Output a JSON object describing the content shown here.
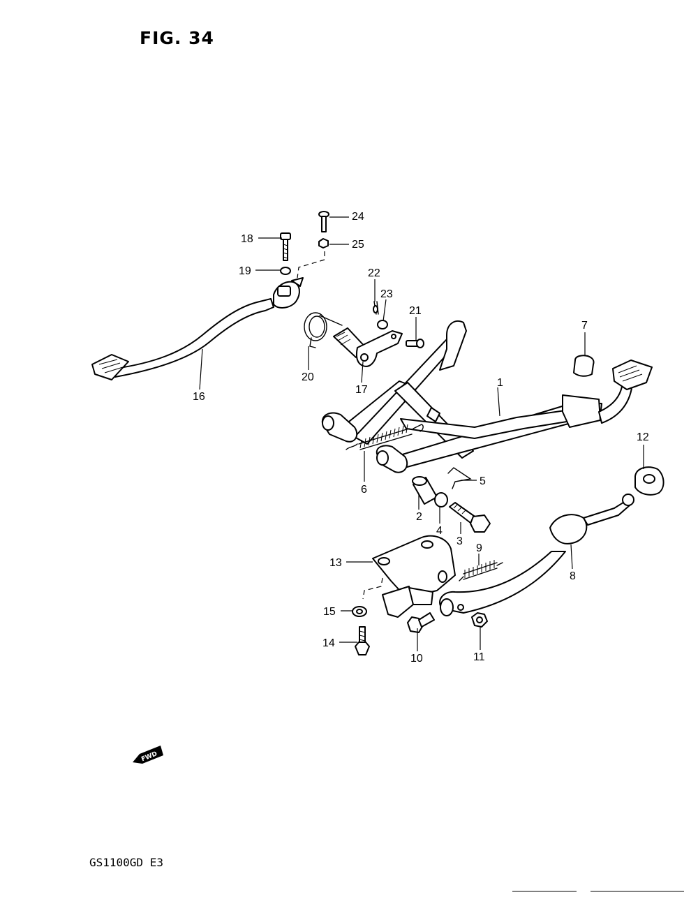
{
  "figure": {
    "title": "FIG. 34",
    "model_code": "GS1100GD E3",
    "fwd_label": "FWD"
  },
  "callouts": [
    {
      "id": "1",
      "label": "1"
    },
    {
      "id": "2",
      "label": "2"
    },
    {
      "id": "3",
      "label": "3"
    },
    {
      "id": "4",
      "label": "4"
    },
    {
      "id": "5",
      "label": "5"
    },
    {
      "id": "6",
      "label": "6"
    },
    {
      "id": "7",
      "label": "7"
    },
    {
      "id": "8",
      "label": "8"
    },
    {
      "id": "9",
      "label": "9"
    },
    {
      "id": "10",
      "label": "10"
    },
    {
      "id": "11",
      "label": "11"
    },
    {
      "id": "12",
      "label": "12"
    },
    {
      "id": "13",
      "label": "13"
    },
    {
      "id": "14",
      "label": "14"
    },
    {
      "id": "15",
      "label": "15"
    },
    {
      "id": "16",
      "label": "16"
    },
    {
      "id": "17",
      "label": "17"
    },
    {
      "id": "18",
      "label": "18"
    },
    {
      "id": "19",
      "label": "19"
    },
    {
      "id": "20",
      "label": "20"
    },
    {
      "id": "21",
      "label": "21"
    },
    {
      "id": "22",
      "label": "22"
    },
    {
      "id": "23",
      "label": "23"
    },
    {
      "id": "24",
      "label": "24"
    },
    {
      "id": "25",
      "label": "25"
    }
  ]
}
